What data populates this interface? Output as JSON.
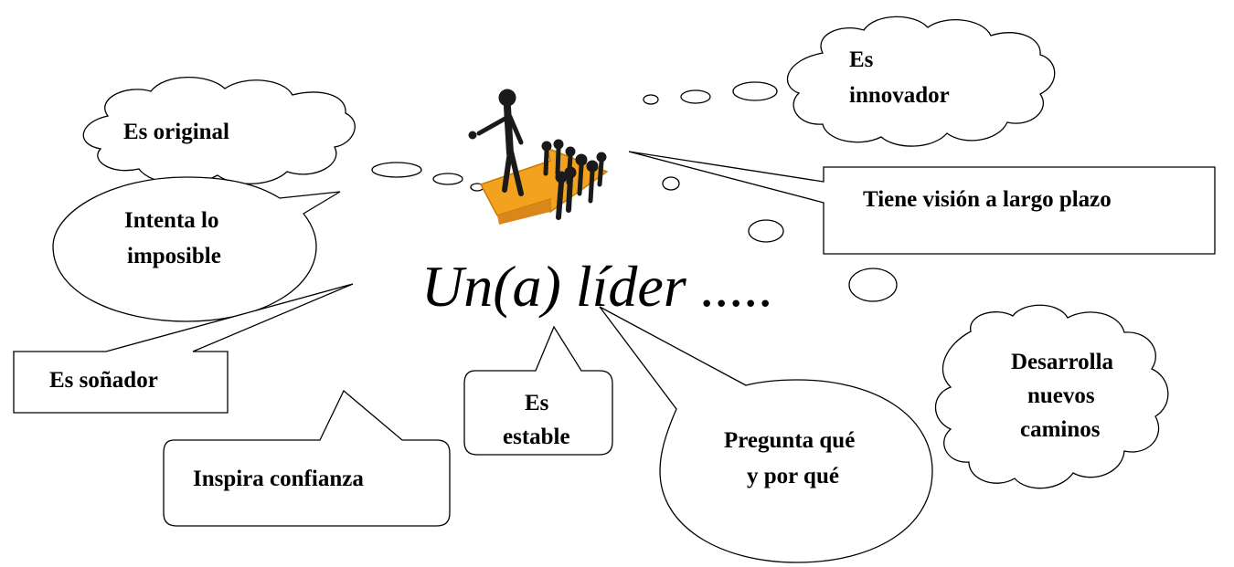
{
  "title": "Un(a)  líder .....",
  "bubbles": {
    "original": "Es original",
    "innovador_1": "Es",
    "innovador_2": "innovador",
    "vision": "Tiene visión a largo plazo",
    "imposible_1": "Intenta lo",
    "imposible_2": "imposible",
    "sonador": "Es soñador",
    "confianza": "Inspira confianza",
    "estable_1": "Es",
    "estable_2": "estable",
    "pregunta_1": "Pregunta qué",
    "pregunta_2": "y por qué",
    "desarrolla_1": "Desarrolla",
    "desarrolla_2": "nuevos",
    "desarrolla_3": "caminos"
  },
  "colors": {
    "stroke": "#000000",
    "fill": "#ffffff",
    "arrow": "#f2a21f",
    "figure": "#1a1a1a"
  },
  "icons": {
    "leader": "leader-figure-on-arrow-icon"
  }
}
